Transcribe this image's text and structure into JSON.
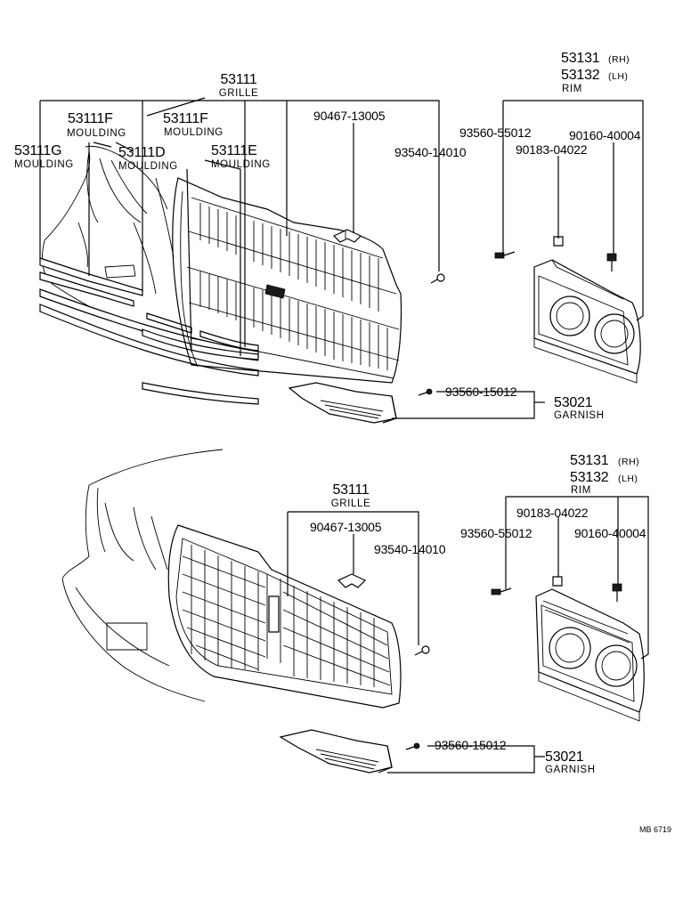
{
  "top": {
    "grille_no": "53111",
    "grille_name": "GRILLE",
    "moulding_f_left_no": "53111F",
    "moulding_f_left_name": "MOULDING",
    "moulding_f_right_no": "53111F",
    "moulding_f_right_name": "MOULDING",
    "moulding_g_no": "53111G",
    "moulding_g_name": "MOULDING",
    "moulding_d_no": "53111D",
    "moulding_d_name": "MOULDING",
    "moulding_e_no": "53111E",
    "moulding_e_name": "MOULDING",
    "clip_no": "90467-13005",
    "grille_screw_no": "93540-14010",
    "rim_rh_no": "53131",
    "rim_rh_sfx": "(RH)",
    "rim_lh_no": "53132",
    "rim_lh_sfx": "(LH)",
    "rim_name": "RIM",
    "rim_screw_no": "93560-55012",
    "rim_nut_no": "90183-04022",
    "rim_bolt_no": "90160-40004",
    "garnish_screw_no": "93560-15012",
    "garnish_no": "53021",
    "garnish_name": "GARNISH"
  },
  "bottom": {
    "grille_no": "53111",
    "grille_name": "GRILLE",
    "clip_no": "90467-13005",
    "grille_screw_no": "93540-14010",
    "rim_rh_no": "53131",
    "rim_rh_sfx": "(RH)",
    "rim_lh_no": "53132",
    "rim_lh_sfx": "(LH)",
    "rim_name": "RIM",
    "rim_nut_no": "90183-04022",
    "rim_screw_no": "93560-55012",
    "rim_bolt_no": "90160-40004",
    "garnish_screw_no": "93560-15012",
    "garnish_no": "53021",
    "garnish_name": "GARNISH"
  },
  "figure_code": "MB 6719",
  "colors": {
    "ink": "#000000",
    "paper": "#ffffff"
  }
}
